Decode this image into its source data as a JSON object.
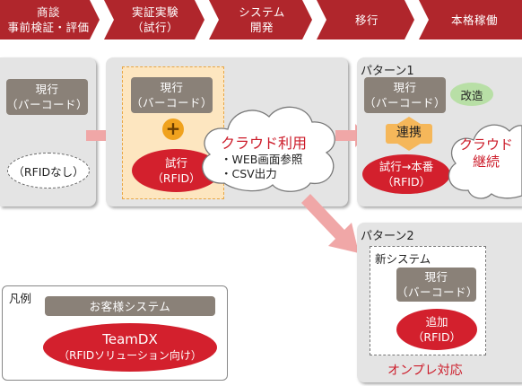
{
  "steps": [
    {
      "line1": "商談",
      "line2": "事前検証・評価"
    },
    {
      "line1": "実証実験",
      "line2": "（試行）"
    },
    {
      "line1": "システム",
      "line2": "開発"
    },
    {
      "line1": "移行",
      "line2": ""
    },
    {
      "line1": "本格稼働",
      "line2": ""
    }
  ],
  "stage1": {
    "current_line1": "現行",
    "current_line2": "（バーコード）",
    "rfid_none": "（RFIDなし）"
  },
  "stage2": {
    "current_line1": "現行",
    "current_line2": "（バーコード）",
    "plus": "+",
    "trial_line1": "試行",
    "trial_line2": "（RFID）",
    "cloud_title": "クラウド利用",
    "cloud_item1": "・WEB画面参照",
    "cloud_item2": "・CSV出力"
  },
  "pattern1": {
    "title": "パターン1",
    "current_line1": "現行",
    "current_line2": "（バーコード）",
    "kaizou": "改造",
    "renkei": "連携",
    "trial_line1": "試行→本番",
    "trial_line2": "（RFID）",
    "cloud_line1": "クラウド",
    "cloud_line2": "継続"
  },
  "pattern2": {
    "title": "パターン2",
    "new_system": "新システム",
    "current_line1": "現行",
    "current_line2": "（バーコード）",
    "add_line1": "追加",
    "add_line2": "（RFID）",
    "onpre": "オンプレ対応"
  },
  "legend": {
    "title": "凡例",
    "customer_system": "お客様システム",
    "teamdx": "TeamDX",
    "teamdx_sub": "（RFIDソリューション向け）"
  },
  "colors": {
    "step_bar": "#b0262c",
    "brand_red": "#d3202d",
    "customer_gray": "#8a8178",
    "panel_bg": "#e4e4e4",
    "arrow_pink": "#f0a7a7",
    "renkei_orange": "#f5b75a",
    "kaizou_green": "#b8dfa6",
    "plus_orange": "#f0a21e"
  }
}
